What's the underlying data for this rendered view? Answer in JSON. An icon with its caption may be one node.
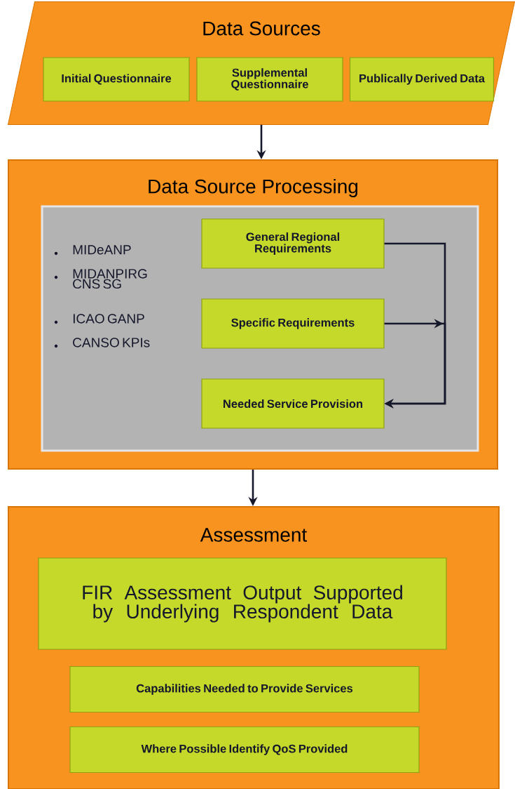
{
  "diagram": {
    "nodes": [
      {
        "text": [
          "Data Sources"
        ]
      },
      {
        "text": [
          "Initial Questionnaire"
        ],
        "in": 0
      },
      {
        "text": [
          "Supplemental Questionnaire"
        ],
        "in": 0
      },
      {
        "text": [
          "Publically Derived Data"
        ],
        "in": 0
      },
      {
        "text": [
          "Data Source Processing"
        ]
      },
      {
        "text": [
          "MIDeANP",
          "MIDANPIRG CNS SG",
          "ICAO GANP",
          "CANSO KPIs"
        ],
        "in": 4
      },
      {
        "text": [
          "General Regional Requirements"
        ],
        "in": 5
      },
      {
        "text": [
          "Specific Requirements"
        ],
        "in": 5
      },
      {
        "text": [
          "Needed Service Provision"
        ],
        "in": 5
      },
      {
        "text": [
          "Assessment"
        ]
      },
      {
        "text": [
          "FIR Assessment Output Supported by Underlying Respondent Data"
        ],
        "in": 9
      },
      {
        "text": [
          "Capabilities Needed to Provide Services"
        ],
        "in": 9
      },
      {
        "text": [
          "Where Possible Identify QoS Provided"
        ],
        "in": 9
      }
    ],
    "edges": [
      {
        "from": 0,
        "to": 4,
        "arrow": "to"
      },
      {
        "from": 4,
        "to": 9,
        "arrow": "to"
      },
      {
        "from": 6,
        "to": 8,
        "arrow": "to"
      },
      {
        "from": 7,
        "to": 8,
        "arrow": "to"
      }
    ]
  }
}
